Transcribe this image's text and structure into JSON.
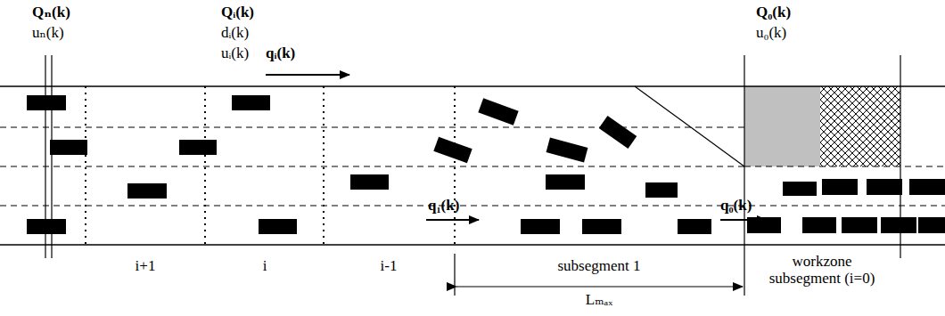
{
  "diagram": {
    "labels": [
      "Qₙ(k)",
      "uₙ(k)",
      "Qᵢ(k)",
      "dᵢ(k)",
      "uᵢ(k)",
      "qᵢ(k)",
      "Q₀(k)",
      "u₀(k)",
      "q₁(k)",
      "q₀(k)",
      "i+1",
      "i",
      "i-1",
      "subsegment 1",
      "workzone subsegment (i=0)",
      "Lₘₐₓ"
    ]
  }
}
